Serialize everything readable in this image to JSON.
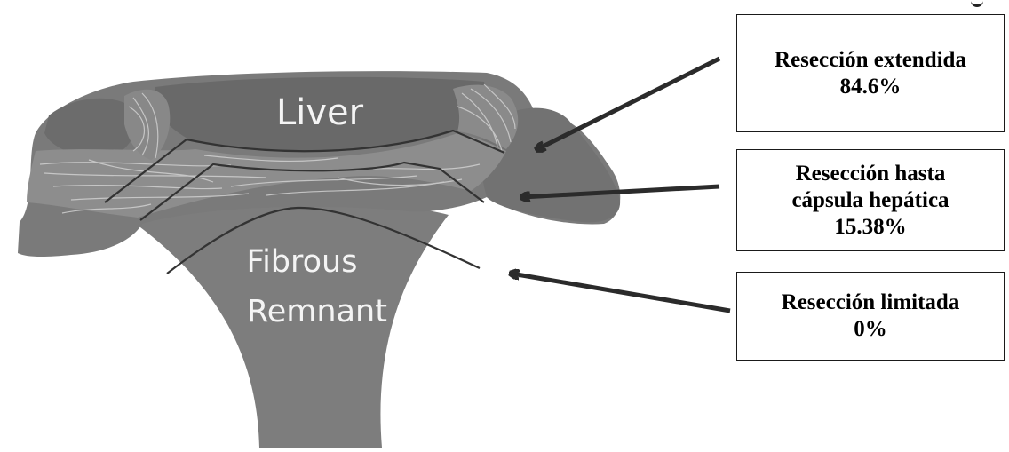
{
  "diagram": {
    "regions": {
      "liver": "Liver",
      "fibrous_line1": "Fibrous",
      "fibrous_line2": "Remnant"
    },
    "boxes": {
      "extended": {
        "line1": "Resección extendida",
        "line2": "84.6%"
      },
      "capsule": {
        "line1": "Resección hasta",
        "line2": "cápsula hepática",
        "line3": "15.38%"
      },
      "limited": {
        "line1": "Resección limitada",
        "line2": "0%"
      }
    },
    "colors": {
      "tissue": "#7f7f7f",
      "liver": "#6a6a6a",
      "fiber_band": "#8c8c8c",
      "fiber_strands": "#cfcfcf",
      "lines": "#333333",
      "arrows": "#2b2b2b"
    }
  }
}
